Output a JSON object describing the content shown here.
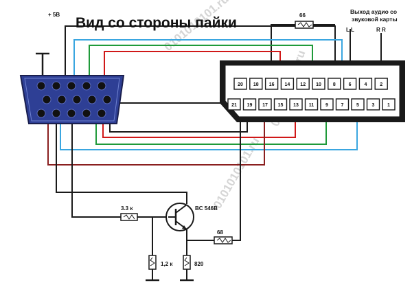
{
  "title": "Вид со стороны пайки",
  "labels": {
    "plus5v": "+ 5В",
    "audio_out_line1": "Выход аудио со",
    "audio_out_line2": "звуковой карты",
    "audio_left": "L L",
    "audio_right": "R R",
    "resistor_66": "66",
    "resistor_68": "68",
    "resistor_3k3": "3.3 к",
    "resistor_1k2": "1,2 к",
    "resistor_820": "820",
    "transistor": "BC 546B"
  },
  "watermark": "0101010101.ru",
  "scart_pins_top": [
    "20",
    "18",
    "16",
    "14",
    "12",
    "10",
    "8",
    "6",
    "4",
    "2"
  ],
  "scart_pins_bottom": [
    "21",
    "19",
    "17",
    "15",
    "13",
    "11",
    "9",
    "7",
    "5",
    "3",
    "1"
  ],
  "colors": {
    "wire_black": "#1a1a1a",
    "wire_blue": "#3aa6e0",
    "wire_green": "#1f9a3a",
    "wire_red": "#d01818",
    "wire_brown": "#8a1f1f",
    "vga_body": "#2e3f95",
    "scart_body": "#1a1a1a"
  }
}
